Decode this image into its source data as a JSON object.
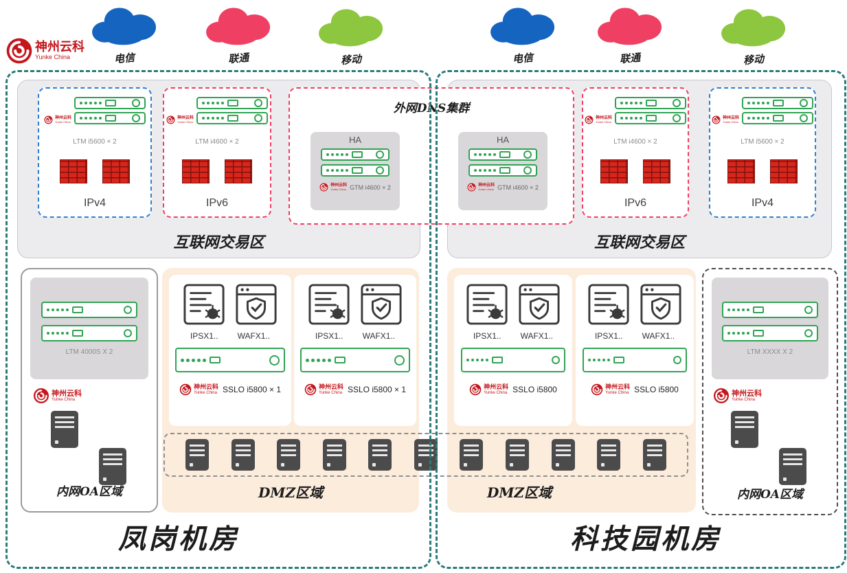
{
  "colors": {
    "datacenter_border": "#2b7b7b",
    "internet_zone_fill": "#ecebee",
    "dmz_fill": "#fcecdc",
    "device_green": "#2fa353",
    "ipv4_border": "#2f7fd0",
    "ipv6_border": "#ef3f63",
    "firewall_red": "#d9261c",
    "logo_red": "#c4161c"
  },
  "logo": {
    "title": "神州云科",
    "subtitle": "Yunke China"
  },
  "isp_clouds": {
    "left": [
      {
        "label": "电信",
        "color": "#1565c0"
      },
      {
        "label": "联通",
        "color": "#ef3f63"
      },
      {
        "label": "移动",
        "color": "#8dc63f"
      }
    ],
    "right": [
      {
        "label": "电信",
        "color": "#1565c0"
      },
      {
        "label": "联通",
        "color": "#ef3f63"
      },
      {
        "label": "移动",
        "color": "#8dc63f"
      }
    ]
  },
  "dns_cluster": {
    "title": "外网DNS集群",
    "nodes": [
      {
        "ha": "HA",
        "device": "GTM i4600 × 2"
      },
      {
        "ha": "HA",
        "device": "GTM i4600 × 2"
      }
    ]
  },
  "left_dc": {
    "name": "凤岗机房",
    "internet_zone_label": "互联网交易区",
    "ipv4": {
      "device": "LTM i5600 × 2",
      "label": "IPv4"
    },
    "ipv6": {
      "device": "LTM i4600 × 2",
      "label": "IPv6"
    },
    "oa_zone": {
      "device": "LTM 4000S X 2",
      "label": "内网OA区域"
    },
    "dmz": {
      "label": "DMZ区域",
      "groups": [
        {
          "ips": "IPSX1..",
          "waf": "WAFX1..",
          "sslo": "SSLO i5800 × 1"
        },
        {
          "ips": "IPSX1..",
          "waf": "WAFX1..",
          "sslo": "SSLO i5800 × 1"
        }
      ]
    }
  },
  "right_dc": {
    "name": "科技园机房",
    "internet_zone_label": "互联网交易区",
    "ipv6": {
      "device": "LTM i4600 × 2",
      "label": "IPv6"
    },
    "ipv4": {
      "device": "LTM i5600 × 2",
      "label": "IPv4"
    },
    "oa_zone": {
      "device": "LTM XXXX X 2",
      "label": "内网OA区域"
    },
    "dmz": {
      "label": "DMZ区域",
      "groups": [
        {
          "ips": "IPSX1..",
          "waf": "WAFX1..",
          "sslo": "SSLO i5800"
        },
        {
          "ips": "IPSX1..",
          "waf": "WAFX1..",
          "sslo": "SSLO i5800"
        }
      ]
    }
  },
  "server_strip": {
    "server_count": 11
  }
}
